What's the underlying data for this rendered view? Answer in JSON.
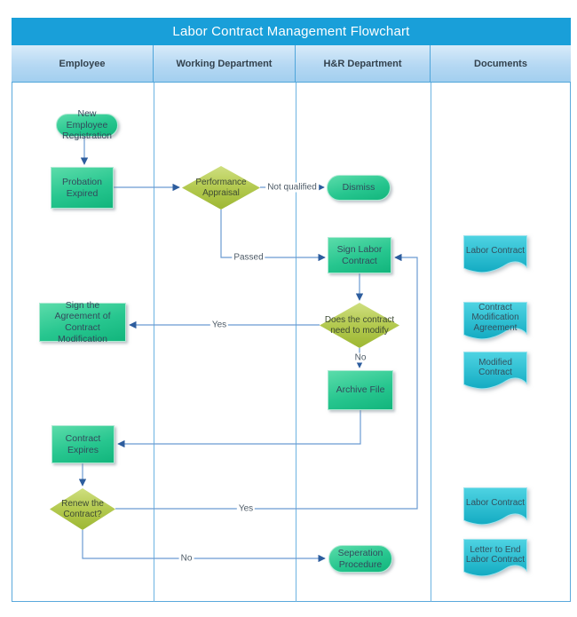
{
  "title": "Labor Contract Management Flowchart",
  "lanes": [
    "Employee",
    "Working Department",
    "H&R Department",
    "Documents"
  ],
  "nodes": {
    "new_employee": {
      "label": "New Employee Registration",
      "type": "terminator"
    },
    "probation": {
      "label": "Probation Expired",
      "type": "process"
    },
    "appraisal": {
      "label": "Performance Appraisal",
      "type": "decision"
    },
    "dismiss": {
      "label": "Dismiss",
      "type": "terminator"
    },
    "sign_contract": {
      "label": "Sign Labor Contract",
      "type": "process"
    },
    "need_modify": {
      "label": "Does the contract need to modify",
      "type": "decision"
    },
    "sign_agreement": {
      "label": "Sign the Agreement of Contract Modification",
      "type": "process"
    },
    "archive": {
      "label": "Archive File",
      "type": "process"
    },
    "expires": {
      "label": "Contract Expires",
      "type": "process"
    },
    "renew": {
      "label": "Renew the Contract?",
      "type": "decision"
    },
    "seperation": {
      "label": "Seperation Procedure",
      "type": "terminator"
    }
  },
  "documents": [
    {
      "label": "Labor Contract"
    },
    {
      "label": "Contract Modification Agreement"
    },
    {
      "label": "Modified Contract"
    },
    {
      "label": "Labor Contract"
    },
    {
      "label": "Letter to End Labor Contract"
    }
  ],
  "edges": {
    "not_qualified": "Not qualified",
    "passed": "Passed",
    "modify_yes": "Yes",
    "modify_no": "No",
    "renew_yes": "Yes",
    "renew_no": "No"
  },
  "colors": {
    "title_bar": "#199fd9",
    "header_top": "#d8ebf9",
    "header_bottom": "#a3cfef",
    "lane_border": "#5aa9dc",
    "process_light": "#5bdcaa",
    "process_dark": "#12b57c",
    "decision_light": "#cfdf80",
    "decision_dark": "#9db733",
    "document_light": "#4ed3e2",
    "document_dark": "#13abc2",
    "connector": "#6b9bd2",
    "arrowhead": "#2d5d9e"
  }
}
